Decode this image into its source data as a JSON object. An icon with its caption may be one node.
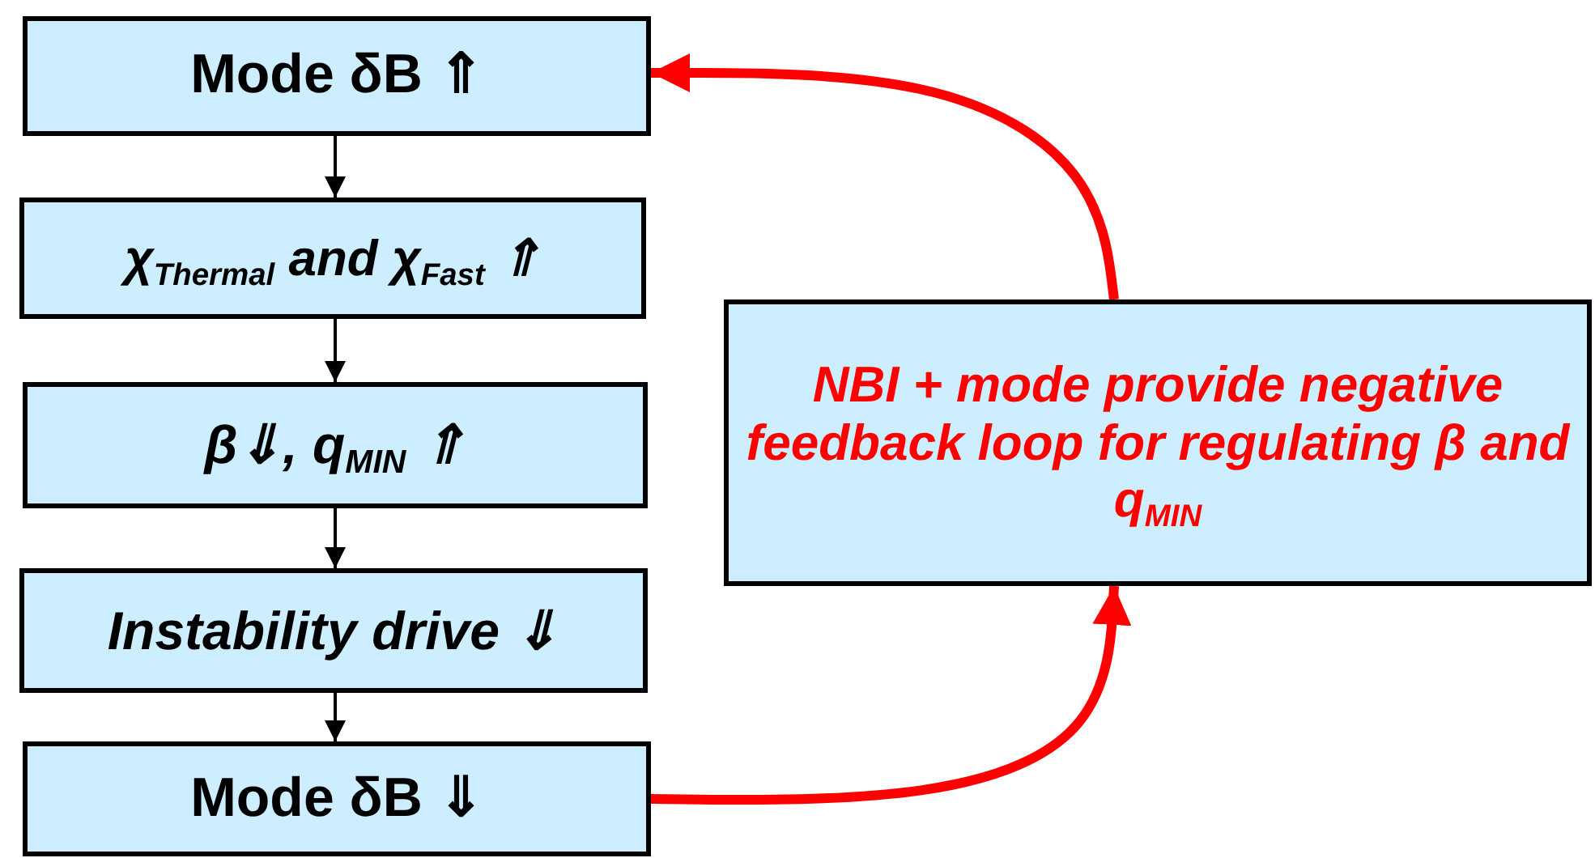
{
  "diagram": {
    "nodes": [
      {
        "text": [
          "Mode δB ⇑"
        ]
      },
      {
        "text": [
          "χ$_{Thermal}$ and χ$_{Fast}$ ⇑"
        ]
      },
      {
        "text": [
          "β⇓, q$_{MIN}$ ⇑"
        ]
      },
      {
        "text": [
          "Instability drive ⇓"
        ]
      },
      {
        "text": [
          "Mode δB ⇓"
        ]
      },
      {
        "text": [
          "NBI + mode provide negative feedback loop for regulating β and q$_{MIN}$"
        ]
      }
    ],
    "edges": [
      {
        "from": 0,
        "to": 1,
        "arrow": "to"
      },
      {
        "from": 1,
        "to": 2,
        "arrow": "to"
      },
      {
        "from": 2,
        "to": 3,
        "arrow": "to"
      },
      {
        "from": 3,
        "to": 4,
        "arrow": "to"
      },
      {
        "from": 4,
        "to": 5,
        "arrow": "to",
        "style": "thick",
        "color": "#ff0000"
      },
      {
        "from": 5,
        "to": 0,
        "arrow": "to",
        "style": "thick",
        "color": "#ff0000"
      }
    ]
  }
}
